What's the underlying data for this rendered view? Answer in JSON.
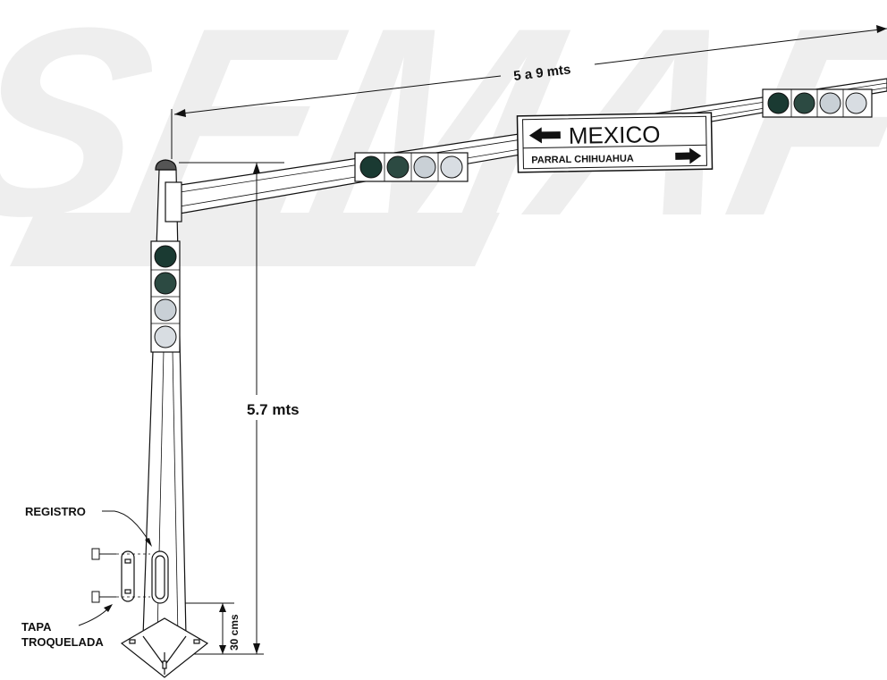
{
  "watermark": {
    "text": "SEMAF"
  },
  "dimensions": {
    "arm_length": "5 a 9 mts",
    "pole_height": "5.7 mts",
    "base_height": "30 cms"
  },
  "sign": {
    "line1_arrow": "left-arrow-icon",
    "line1_text": "MEXICO",
    "line2_text": "PARRAL CHIHUAHUA",
    "line2_arrow": "right-arrow-icon"
  },
  "labels": {
    "registro": "REGISTRO",
    "tapa_line1": "TAPA",
    "tapa_line2": "TROQUELADA"
  },
  "colors": {
    "lamp_dark": "#1a3a32",
    "lamp_dark2": "#2c4a42",
    "lamp_light": "#c9d0d6",
    "lamp_light2": "#d8dde2",
    "watermark": "#eeeeee",
    "line": "#111111"
  },
  "signal_heads": [
    {
      "name": "pole-signal-head",
      "lamps": [
        "dark",
        "dark",
        "light",
        "light"
      ]
    },
    {
      "name": "arm-signal-head-near",
      "lamps": [
        "dark",
        "dark",
        "light",
        "light"
      ]
    },
    {
      "name": "arm-signal-head-far",
      "lamps": [
        "dark",
        "dark",
        "light",
        "light"
      ]
    }
  ]
}
